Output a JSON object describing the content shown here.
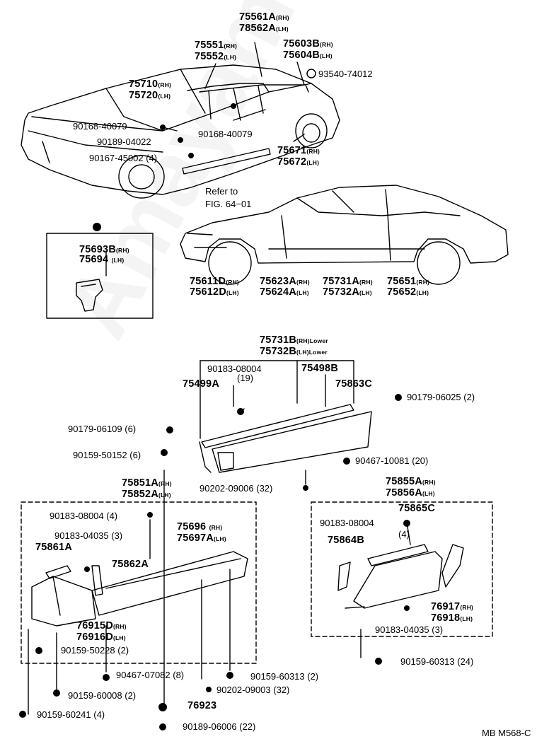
{
  "watermark": "AmayamaCarUS.ru",
  "figure_id": "MB M568-C",
  "refer_note": {
    "line1": "Refer to",
    "line2": "FIG. 64−01"
  },
  "parts": [
    {
      "id": "p75561a",
      "num": "75561A",
      "sfx": "(RH)"
    },
    {
      "id": "p75562a",
      "num": "78562A",
      "sfx": "(LH)"
    },
    {
      "id": "p75551",
      "num": "75551",
      "sfx": "(RH)"
    },
    {
      "id": "p75552",
      "num": "75552",
      "sfx": "(LH)"
    },
    {
      "id": "p75603b",
      "num": "75603B",
      "sfx": "(RH)"
    },
    {
      "id": "p75604b",
      "num": "75604B",
      "sfx": "(LH)"
    },
    {
      "id": "p93540",
      "num": "93540-74012",
      "sfx": ""
    },
    {
      "id": "p75710",
      "num": "75710",
      "sfx": "(RH)"
    },
    {
      "id": "p75720",
      "num": "75720",
      "sfx": "(LH)"
    },
    {
      "id": "p90168a",
      "num": "90168-40079",
      "sfx": ""
    },
    {
      "id": "p90168b",
      "num": "90168-40079",
      "sfx": ""
    },
    {
      "id": "p90189a",
      "num": "90189-04022",
      "sfx": ""
    },
    {
      "id": "p90167",
      "num": "90167-45002 (4)",
      "sfx": ""
    },
    {
      "id": "p75671",
      "num": "75671",
      "sfx": "(RH)"
    },
    {
      "id": "p75672",
      "num": "75672",
      "sfx": "(LH)"
    },
    {
      "id": "p75693b",
      "num": "75693B",
      "sfx": "(RH)"
    },
    {
      "id": "p75694",
      "num": "75694",
      "sfx": "(LH)"
    },
    {
      "id": "p75611d",
      "num": "75611D",
      "sfx": "(RH)"
    },
    {
      "id": "p75612d",
      "num": "75612D",
      "sfx": "(LH)"
    },
    {
      "id": "p75623a",
      "num": "75623A",
      "sfx": "(RH)"
    },
    {
      "id": "p75624a",
      "num": "75624A",
      "sfx": "(LH)"
    },
    {
      "id": "p75731a",
      "num": "75731A",
      "sfx": "(RH)"
    },
    {
      "id": "p75732a",
      "num": "75732A",
      "sfx": "(LH)"
    },
    {
      "id": "p75651",
      "num": "75651",
      "sfx": "(RH)"
    },
    {
      "id": "p75652",
      "num": "75652",
      "sfx": "(LH)"
    },
    {
      "id": "p75731b",
      "num": "75731B",
      "sfx": "(RH)Lower"
    },
    {
      "id": "p75732b",
      "num": "75732B",
      "sfx": "(LH)Lower"
    },
    {
      "id": "p90183a",
      "num": "90183-08004",
      "sfx": ""
    },
    {
      "id": "p90183a_qty",
      "num": "(19)",
      "sfx": ""
    },
    {
      "id": "p75498b",
      "num": "75498B",
      "sfx": ""
    },
    {
      "id": "p75499a",
      "num": "75499A",
      "sfx": ""
    },
    {
      "id": "p75863c",
      "num": "75863C",
      "sfx": ""
    },
    {
      "id": "p90179a",
      "num": "90179-06025 (2)",
      "sfx": ""
    },
    {
      "id": "p90179b",
      "num": "90179-06109 (6)",
      "sfx": ""
    },
    {
      "id": "p90159a",
      "num": "90159-50152 (6)",
      "sfx": ""
    },
    {
      "id": "p90467a",
      "num": "90467-10081 (20)",
      "sfx": ""
    },
    {
      "id": "p75851a",
      "num": "75851A",
      "sfx": "(RH)"
    },
    {
      "id": "p75852a",
      "num": "75852A",
      "sfx": "(LH)"
    },
    {
      "id": "p90202a",
      "num": "90202-09006 (32)",
      "sfx": ""
    },
    {
      "id": "p75855a",
      "num": "75855A",
      "sfx": "(RH)"
    },
    {
      "id": "p75856a",
      "num": "75856A",
      "sfx": "(LH)"
    },
    {
      "id": "p75865c",
      "num": "75865C",
      "sfx": ""
    },
    {
      "id": "p90183b",
      "num": "90183-08004 (4)",
      "sfx": ""
    },
    {
      "id": "p90183c",
      "num": "90183-04035 (3)",
      "sfx": ""
    },
    {
      "id": "p75696",
      "num": "75696",
      "sfx": "(RH)"
    },
    {
      "id": "p75697a",
      "num": "75697A",
      "sfx": "(LH)"
    },
    {
      "id": "p75861a",
      "num": "75861A",
      "sfx": ""
    },
    {
      "id": "p75862a",
      "num": "75862A",
      "sfx": ""
    },
    {
      "id": "p90183d",
      "num": "90183-08004",
      "sfx": ""
    },
    {
      "id": "p90183d_qty",
      "num": "(4)",
      "sfx": ""
    },
    {
      "id": "p75864b",
      "num": "75864B",
      "sfx": ""
    },
    {
      "id": "p76915d",
      "num": "76915D",
      "sfx": "(RH)"
    },
    {
      "id": "p76916d",
      "num": "76916D",
      "sfx": "(LH)"
    },
    {
      "id": "p76917",
      "num": "76917",
      "sfx": "(RH)"
    },
    {
      "id": "p76918",
      "num": "76918",
      "sfx": "(LH)"
    },
    {
      "id": "p90183e",
      "num": "90183-04035 (3)",
      "sfx": ""
    },
    {
      "id": "p90159b",
      "num": "90159-50228 (2)",
      "sfx": ""
    },
    {
      "id": "p90467b",
      "num": "90467-07082 (8)",
      "sfx": ""
    },
    {
      "id": "p90159c",
      "num": "90159-60313 (2)",
      "sfx": ""
    },
    {
      "id": "p90159d",
      "num": "90159-60313 (24)",
      "sfx": ""
    },
    {
      "id": "p90202b",
      "num": "90202-09003 (32)",
      "sfx": ""
    },
    {
      "id": "p90159e",
      "num": "90159-60008 (2)",
      "sfx": ""
    },
    {
      "id": "p76923",
      "num": "76923",
      "sfx": ""
    },
    {
      "id": "p90159f",
      "num": "90159-60241 (4)",
      "sfx": ""
    },
    {
      "id": "p90189b",
      "num": "90189-06006 (22)",
      "sfx": ""
    }
  ]
}
